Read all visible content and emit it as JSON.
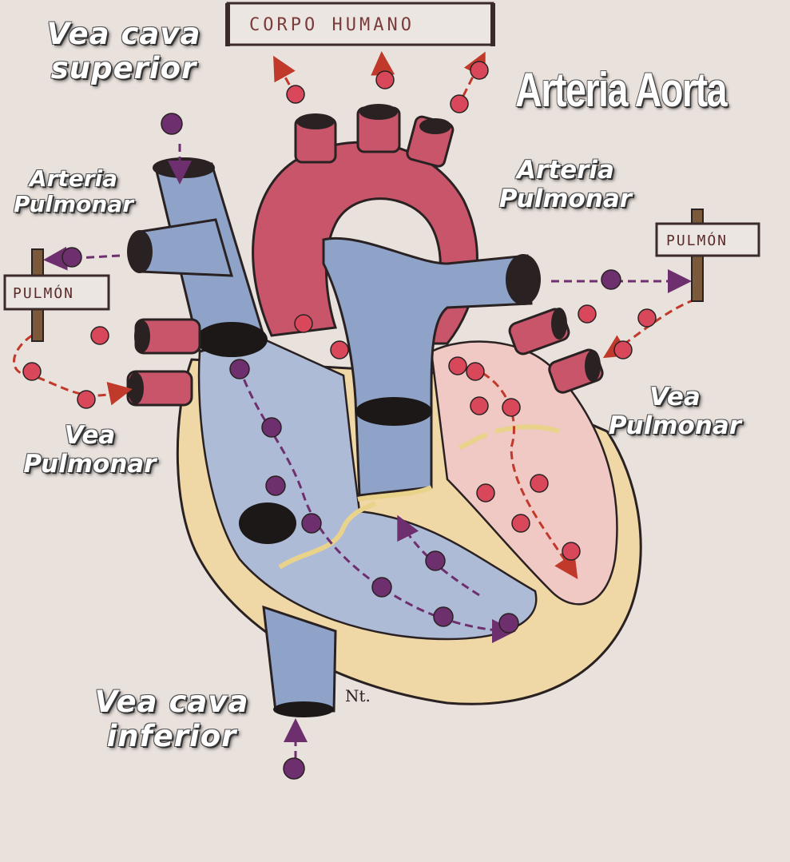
{
  "labels": {
    "vena_cava_superior": [
      "Vea cava",
      "superior"
    ],
    "arteria_aorta": "Arteria Aorta",
    "arteria_pulmonar_left": [
      "Arteria",
      "Pulmonar"
    ],
    "arteria_pulmonar_right": [
      "Arteria",
      "Pulmonar"
    ],
    "vea_pulmonar_left": [
      "Vea",
      "Pulmonar"
    ],
    "vea_pulmonar_right": [
      "Vea",
      "Pulmonar"
    ],
    "vena_cava_inferior": [
      "Vea cava",
      "inferior"
    ]
  },
  "signs": {
    "corpo_humano": "CORPO HUMANO",
    "pulmon_left": "PULMÓN",
    "pulmon_right": "PULMÓN"
  },
  "signature": "Nt.",
  "colors": {
    "background": "#e9e1dc",
    "oxygenated": "#d8485a",
    "deoxygenated": "#6d2f6e",
    "vessel_blue": "#8fa3c9",
    "vessel_red": "#c9556a",
    "wall": "#efd7a6"
  }
}
